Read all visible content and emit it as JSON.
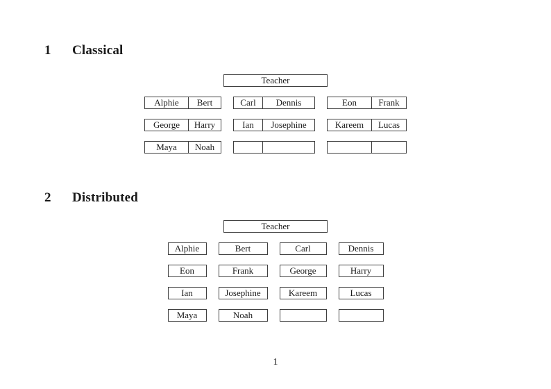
{
  "page": {
    "number": "1"
  },
  "sections": [
    {
      "heading_number": "1",
      "heading_title": "Classical",
      "teacher_label": "Teacher",
      "desk_type": "pair",
      "rows": [
        [
          [
            "Alphie",
            "Bert"
          ],
          [
            "Carl",
            "Dennis"
          ],
          [
            "Eon",
            "Frank"
          ]
        ],
        [
          [
            "George",
            "Harry"
          ],
          [
            "Ian",
            "Josephine"
          ],
          [
            "Kareem",
            "Lucas"
          ]
        ],
        [
          [
            "Maya",
            "Noah"
          ],
          [
            "",
            ""
          ],
          [
            "",
            ""
          ]
        ]
      ]
    },
    {
      "heading_number": "2",
      "heading_title": "Distributed",
      "teacher_label": "Teacher",
      "desk_type": "single",
      "rows": [
        [
          [
            "Alphie"
          ],
          [
            "Bert"
          ],
          [
            "Carl"
          ],
          [
            "Dennis"
          ]
        ],
        [
          [
            "Eon"
          ],
          [
            "Frank"
          ],
          [
            "George"
          ],
          [
            "Harry"
          ]
        ],
        [
          [
            "Ian"
          ],
          [
            "Josephine"
          ],
          [
            "Kareem"
          ],
          [
            "Lucas"
          ]
        ],
        [
          [
            "Maya"
          ],
          [
            "Noah"
          ],
          [
            ""
          ],
          [
            ""
          ]
        ]
      ]
    }
  ]
}
